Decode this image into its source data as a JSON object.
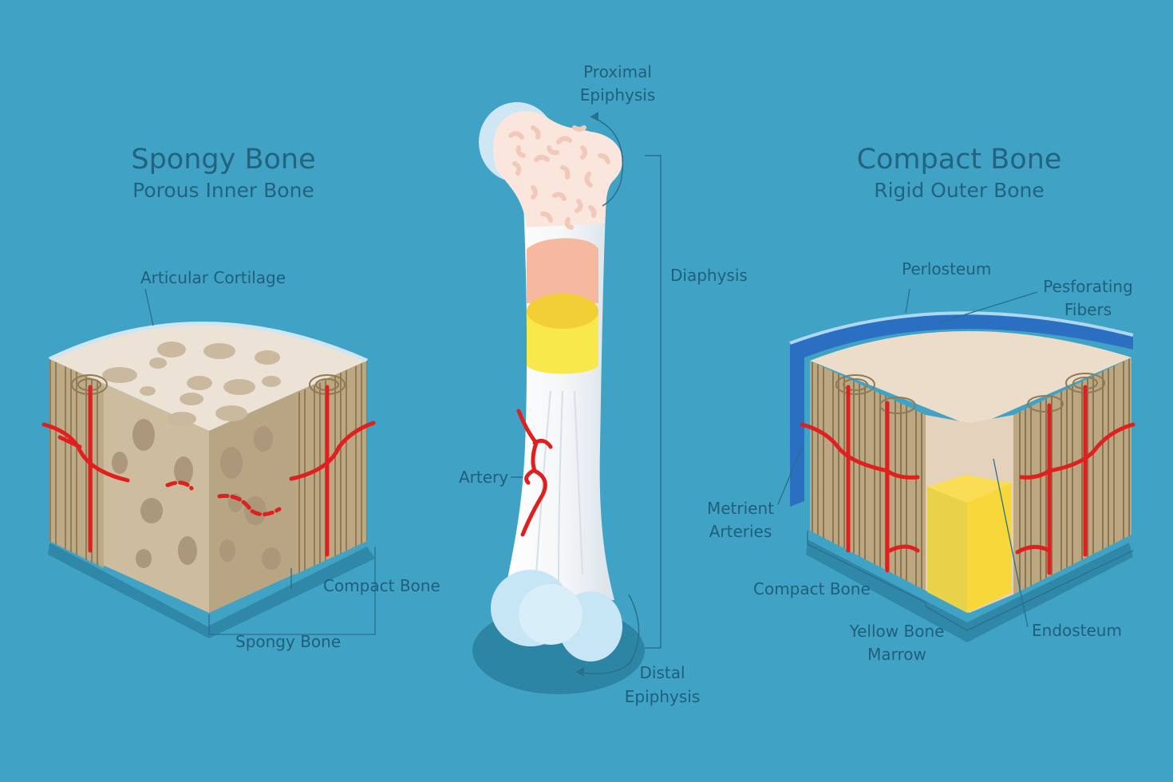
{
  "spongy_panel": {
    "title": "Spongy Bone",
    "subtitle": "Porous Inner Bone",
    "labels": {
      "articular": "Articular Cortilage",
      "compact": "Compact Bone",
      "spongy": "Spongy Bone"
    }
  },
  "long_bone": {
    "labels": {
      "proximal_1": "Proximal",
      "proximal_2": "Epiphysis",
      "diaphysis": "Diaphysis",
      "artery": "Artery",
      "distal_1": "Distal",
      "distal_2": "Epiphysis"
    }
  },
  "compact_panel": {
    "title": "Compact Bone",
    "subtitle": "Rigid Outer Bone",
    "labels": {
      "periosteum": "Perlosteum",
      "perforating_1": "Pesforating",
      "perforating_2": "Fibers",
      "metrient_1": "Metrient",
      "metrient_2": "Arteries",
      "compact": "Compact Bone",
      "yellow_1": "Yellow Bone",
      "yellow_2": "Marrow",
      "endosteum": "Endosteum"
    }
  },
  "colors": {
    "background": "#40a3c5",
    "label_text": "#1f5f7a",
    "artery": "#e01f1f",
    "bone_tan": "#c9b99a",
    "marrow_yellow": "#f5dc45"
  }
}
